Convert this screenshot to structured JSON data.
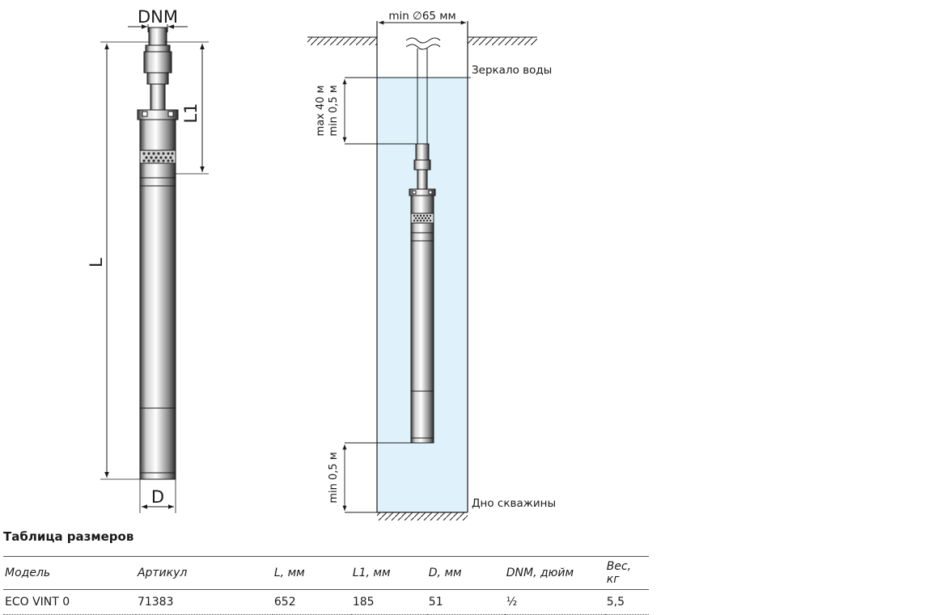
{
  "pump_drawing": {
    "dnm_label": "DNM",
    "l1_label": "L1",
    "l_label": "L",
    "d_label": "D"
  },
  "well_drawing": {
    "min_diameter": "min ∅65 мм",
    "water_mirror": "Зеркало воды",
    "depth_range_max": "max 40 м",
    "depth_range_min": "min 0,5 м",
    "bottom_gap": "min 0,5 м",
    "well_bottom": "Дно скважины"
  },
  "colors": {
    "water": "#dff1fa",
    "lines": "#1a1a1a"
  },
  "table": {
    "title": "Таблица размеров",
    "headers": [
      "Модель",
      "Артикул",
      "L, мм",
      "L1, мм",
      "D, мм",
      "DNM, дюйм",
      "Вес, кг"
    ],
    "rows": [
      [
        "ECO VINT 0",
        "71383",
        "652",
        "185",
        "51",
        "½",
        "5,5"
      ]
    ]
  }
}
